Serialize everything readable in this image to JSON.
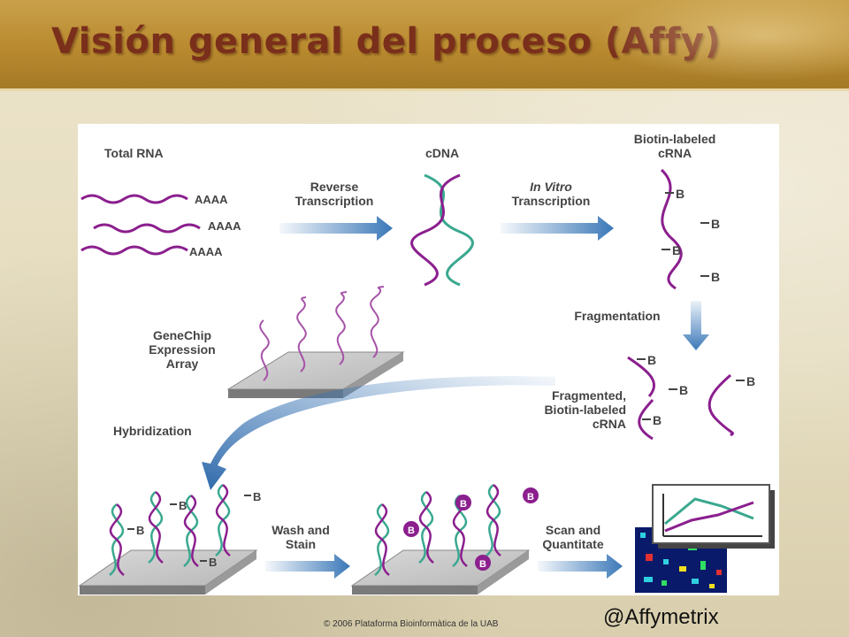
{
  "slide": {
    "title": "Visión general del proceso (Affy)",
    "copyright": "© 2006 Plataforma Bioinformàtica de la UAB",
    "source_credit": "@Affymetrix"
  },
  "figure": {
    "labels": {
      "total_rna": "Total RNA",
      "cdna": "cDNA",
      "biotin_crna_line1": "Biotin-labeled",
      "biotin_crna_line2": "cRNA",
      "reverse_transcription_line1": "Reverse",
      "reverse_transcription_line2": "Transcription",
      "in_vitro_line1": "In Vitro",
      "in_vitro_line2": "Transcription",
      "fragmentation": "Fragmentation",
      "genechip_line1": "GeneChip",
      "genechip_line2": "Expression",
      "genechip_line3": "Array",
      "fragmented_line1": "Fragmented,",
      "fragmented_line2": "Biotin-labeled",
      "fragmented_line3": "cRNA",
      "hybridization": "Hybridization",
      "wash_stain_line1": "Wash and",
      "wash_stain_line2": "Stain",
      "scan_line1": "Scan and",
      "scan_line2": "Quantitate"
    },
    "poly_a_tail": "AAAA",
    "biotin_mark": "B",
    "colors": {
      "rna_strand": "#8b1f8e",
      "cdna_strand": "#3aa88f",
      "arrow": "#3b78b8",
      "label_text": "#444444",
      "title_text": "#7a2f1b"
    }
  }
}
